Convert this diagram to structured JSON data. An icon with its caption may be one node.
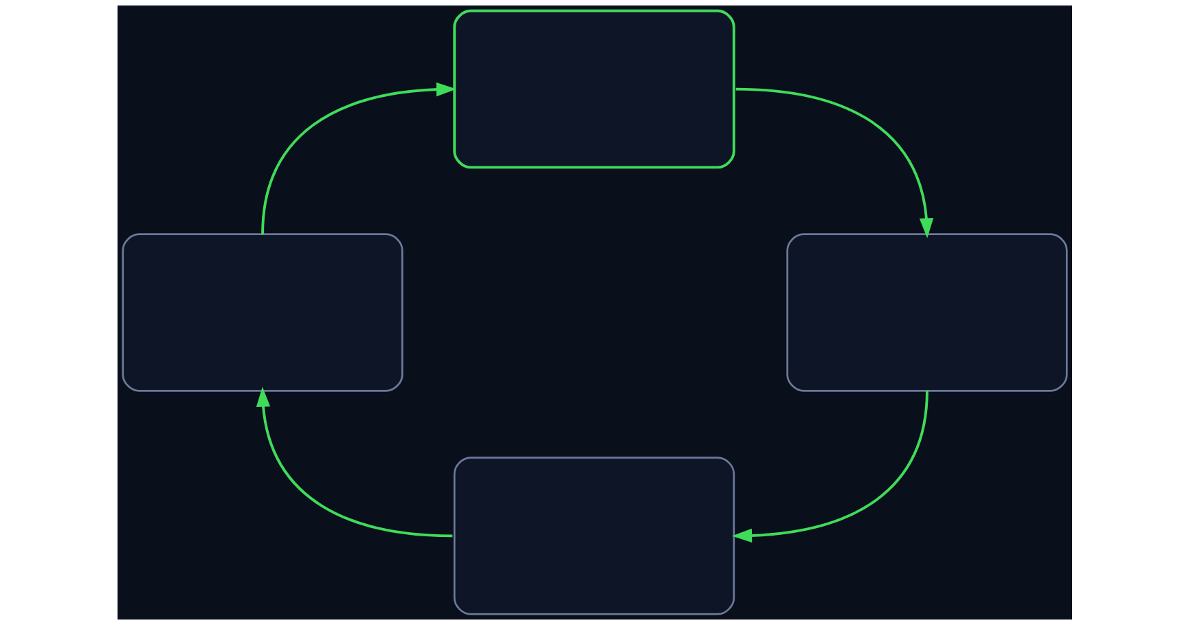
{
  "diagram": {
    "nodes": [
      {
        "text": [],
        "shape": "box"
      },
      {
        "text": [],
        "shape": "box"
      },
      {
        "text": [],
        "shape": "box"
      },
      {
        "text": [],
        "shape": "box"
      }
    ],
    "edges": [
      {
        "from": 0,
        "to": 2,
        "arrow": "to"
      },
      {
        "from": 2,
        "to": 3,
        "arrow": "to"
      },
      {
        "from": 3,
        "to": 1,
        "arrow": "to"
      },
      {
        "from": 1,
        "to": 0,
        "arrow": "to"
      }
    ]
  }
}
